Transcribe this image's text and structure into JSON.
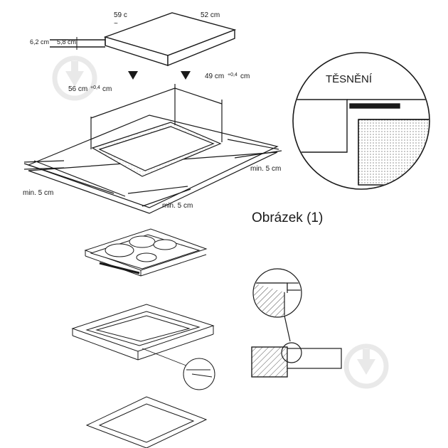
{
  "labels": {
    "width_top": "59 c",
    "width_right": "52 cm",
    "thickness_outer": "6,2 cm",
    "thickness_inner": "5,8 cm",
    "cutout_depth": "49 cm",
    "cutout_depth_tol": "+0,4",
    "cutout_depth_unit": "cm",
    "cutout_width": "56 cm",
    "cutout_width_tol": "+0,4",
    "cutout_width_unit": "cm",
    "min_right": "min. 5 cm",
    "min_left": "min. 5 cm",
    "min_front": "min. 5 cm",
    "seal": "TĚSNĚNÍ",
    "figure_caption": "Obrázek (1)"
  },
  "watermark": {
    "icon": "download-arrow-icon",
    "color": "#e6e6e6"
  },
  "colors": {
    "line": "#1a1a1a",
    "hatch": "#666666"
  }
}
